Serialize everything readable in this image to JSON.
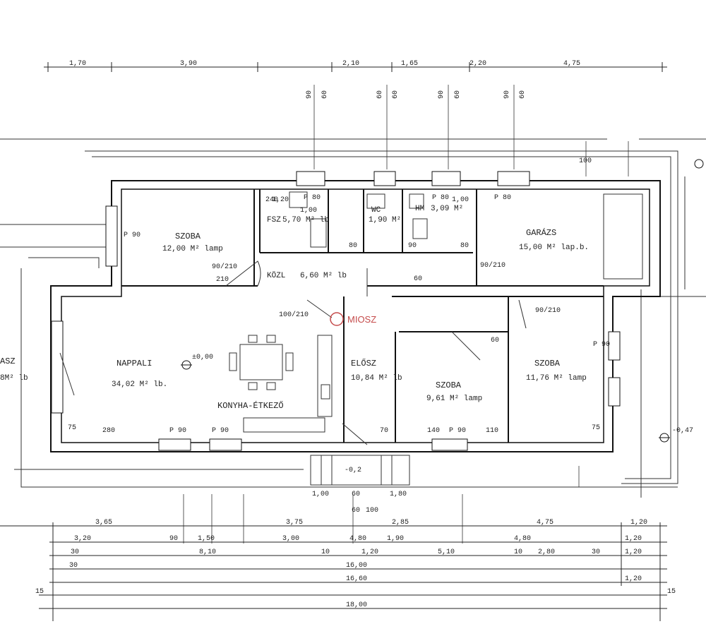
{
  "watermark": {
    "text": "MIOSZ",
    "color": "#c54b4b"
  },
  "rooms": {
    "szoba1": {
      "name": "SZOBA",
      "area": "12,00 M² lamp"
    },
    "furdo": {
      "name": "FSZ",
      "area": "5,70 M² lb"
    },
    "wc": {
      "name": "WC",
      "area": "1,90 M²"
    },
    "hm": {
      "name": "HM",
      "area": "3,09 M²"
    },
    "garazs": {
      "name": "GARÁZS",
      "area": "15,00 M² lap.b."
    },
    "kozl": {
      "name": "KÖZL",
      "area": "6,60 M² lb"
    },
    "nappali": {
      "name": "NAPPALI",
      "area": "34,02 M² lb."
    },
    "konyha": {
      "name": "KONYHA-ÉTKEZŐ"
    },
    "eloter": {
      "name": "ELŐSZ",
      "area": "10,84 M² lb"
    },
    "szoba2": {
      "name": "SZOBA",
      "area": "9,61 M² lamp"
    },
    "szoba3": {
      "name": "SZOBA",
      "area": "11,76 M² lamp"
    },
    "terasz": {
      "name": "ASZ",
      "area": "8M² lb"
    }
  },
  "levels": {
    "main": "±0,00",
    "outside": "-0,47",
    "step": "-0,2"
  },
  "top_dims": [
    "1,70",
    "3,90",
    "2,10",
    "1,65",
    "2,20",
    "4,75"
  ],
  "bottom_dims": {
    "row1": [
      "3,65",
      "3,75",
      "2,85",
      "4,75",
      "1,20"
    ],
    "row2": [
      "3,20",
      "90",
      "1,50",
      "3,00",
      "4,80",
      "1,90",
      "4,80",
      "1,20"
    ],
    "row3": [
      "30",
      "8,10",
      "10",
      "1,20",
      "5,10",
      "10",
      "2,80",
      "30",
      "1,20"
    ],
    "total1": "16,00",
    "total2": "16,60",
    "total3": "18,00",
    "side": [
      "30",
      "15",
      "1,20",
      "15"
    ]
  },
  "openings": {
    "window_labels": [
      "90",
      "60",
      "60",
      "60",
      "90",
      "60",
      "90",
      "60"
    ],
    "door_labels": [
      "P 90",
      "P 90",
      "P 90",
      "P 80",
      "P 80",
      "P 80",
      "P 90",
      "P 90"
    ],
    "misc": [
      "90/210",
      "100/210",
      "90/210",
      "90/210",
      "210",
      "60",
      "75",
      "75",
      "280",
      "140",
      "110",
      "70",
      "100",
      "1,00",
      "60",
      "1,80",
      "60",
      "100",
      "240",
      "1,00",
      "80",
      "90",
      "80",
      "60",
      "1,20",
      "1,00"
    ]
  }
}
